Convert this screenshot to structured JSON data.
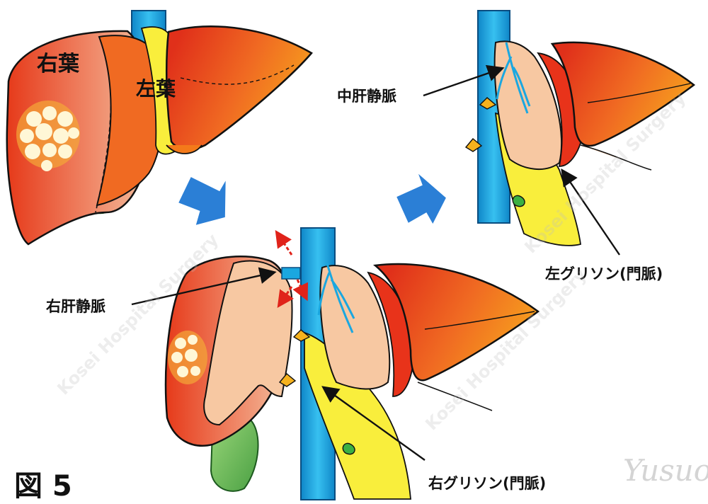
{
  "figure_label": "図 5",
  "lobes": {
    "right": "右葉",
    "left": "左葉"
  },
  "annotations": {
    "middle_hepatic_vein": "中肝静脈",
    "right_hepatic_vein": "右肝静脈",
    "left_glisson": "左グリソン(門脈)",
    "right_glisson": "右グリソン(門脈)"
  },
  "watermark": {
    "text": "Kosei Hospital Surgery"
  },
  "signature": "Yusuo",
  "colors": {
    "liver_red": "#e8331a",
    "liver_orange": "#f47a1a",
    "liver_yellow": "#f6b21d",
    "cut_surface": "#f7c8a2",
    "vessel_blue": "#1aa7e0",
    "glisson_yellow": "#f9ee3c",
    "gallbladder_green": "#3cb043",
    "tumor_white": "#fff7d6",
    "arrow_blue": "#2b7fd6",
    "arrow_red": "#e0231a"
  },
  "icons": [
    "arrow-right-blue",
    "arrow-red-spread"
  ]
}
